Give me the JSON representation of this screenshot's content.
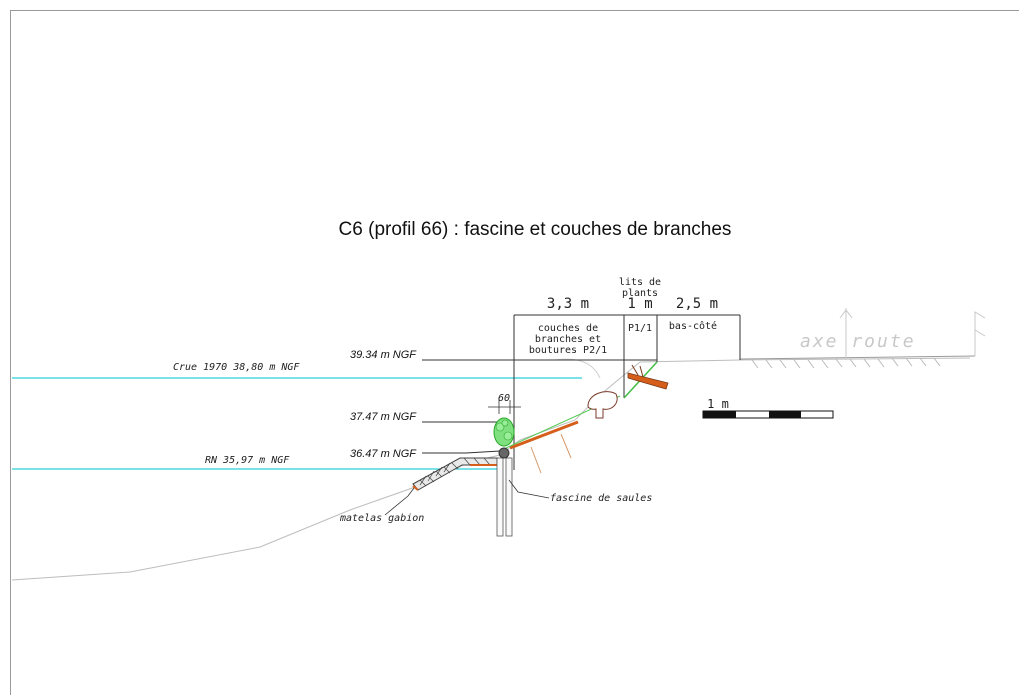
{
  "title": "C6 (profil 66) : fascine et couches de branches",
  "dimensions": {
    "zone1": {
      "width": "3,3 m",
      "label_lines": [
        "couches de",
        "branches et",
        "boutures P2/1"
      ]
    },
    "zone2": {
      "header_lines": [
        "lits de",
        "plants"
      ],
      "width": "1 m",
      "label": "P1/1"
    },
    "zone3": {
      "width": "2,5 m",
      "label": "bas-côté"
    }
  },
  "levels": {
    "top": "39.34 m NGF",
    "mid": "37.47 m NGF",
    "low": "36.47 m NGF"
  },
  "water_lines": {
    "crue": "Crue 1970 38,80 m NGF",
    "rn": "RN 35,97 m NGF"
  },
  "road_axis": "axe route",
  "scale_bar": {
    "label": "1 m"
  },
  "annotations": {
    "gabion": "matelas gabion",
    "fascine": "fascine de saules",
    "tiny": "60"
  },
  "colors": {
    "water": "#2ad0d8",
    "geotextile": "#d45e1a",
    "vegetation": "#33c833",
    "terrain": "#bdbdbd",
    "road_axis": "#c8c8c8"
  }
}
